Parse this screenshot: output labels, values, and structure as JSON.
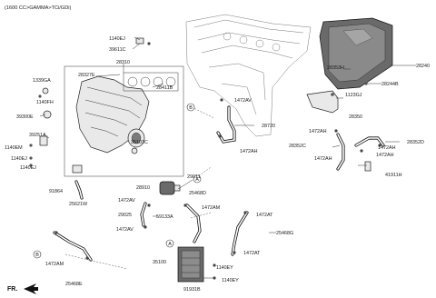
{
  "header": "(1600 CC>GAMMA>TCi/GDi)",
  "footer": "FR.",
  "callouts": [
    "A",
    "B",
    "A",
    "B"
  ],
  "labels": {
    "l1140ej_a": "1140EJ",
    "l39611c": "39611C",
    "l28327e": "28327E",
    "l28310": "28310",
    "l1339ga": "1339GA",
    "l1140fh": "1140FH",
    "l28411b": "28411B",
    "l39300e": "39300E",
    "l39251a": "39251A",
    "l1140em": "1140EM",
    "l1140ej_b": "1140EJ",
    "l1140ej_c": "1140EJ",
    "l35101c": "35101C",
    "l91864": "91864",
    "l25621w": "25621W",
    "l1472av_a": "1472AV",
    "l28720": "28720",
    "l1472ah_a": "1472AH",
    "l28353h": "28353H",
    "l28240": "28240",
    "l28244b": "28244B",
    "l1123gj": "1123GJ",
    "l28350": "28350",
    "l1472ah_b": "1472AH",
    "l28352c": "28352C",
    "l28352d": "28352D",
    "l1472ah_c": "1472AH",
    "l1472ah_d": "1472AH",
    "l1472ah_e": "1472AH",
    "l41911h": "41911H",
    "l28910": "28910",
    "l29011": "29011",
    "l1472av_b": "1472AV",
    "l29025": "29025",
    "l59133a": "59133A",
    "l1472av_c": "1472AV",
    "l25468d": "25468D",
    "l1472am_a": "1472AM",
    "l1472at_a": "1472AT",
    "l25468g": "25468G",
    "l1472at_b": "1472AT",
    "l35100": "35100",
    "l1140ey_a": "1140EY",
    "l1140ey_b": "1140EY",
    "l91931b": "91931B",
    "l1472am_b": "1472AM",
    "l25468e": "25468E"
  }
}
